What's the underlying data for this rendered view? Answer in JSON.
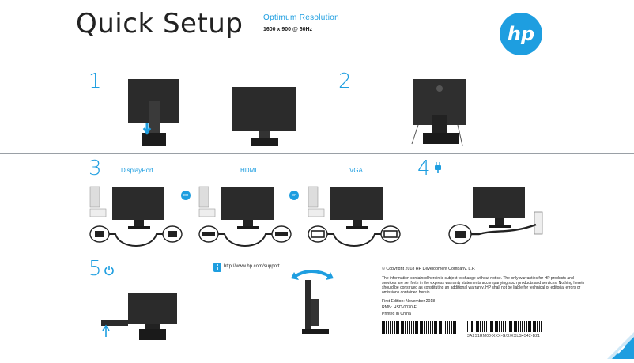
{
  "title": "Quick Setup",
  "resolution": {
    "label": "Optimum Resolution",
    "value": "1600 x 900 @ 60Hz"
  },
  "logo": {
    "text": "hp",
    "color": "#1e9ee0"
  },
  "steps": {
    "s1": "1",
    "s2": "2",
    "s3": "3",
    "s4": "4",
    "s5": "5"
  },
  "connectors": {
    "displayport": "DisplayPort",
    "hdmi": "HDMI",
    "vga": "VGA"
  },
  "or_badge": "OR",
  "support_url": "http://www.hp.com/support",
  "legal": {
    "copyright": "© Copyright 2018 HP Development Company, L.P.",
    "body": "The information contained herein is subject to change without notice. The only warranties for HP products and services are set forth in the express warranty statements accompanying such products and services. Nothing herein should be construed as constituting an additional warranty. HP shall not be liable for technical or editorial errors or omissions contained herein.",
    "edition": "First Edition: November 2018",
    "rmn": "RMN: HSD-0030-F",
    "printed": "Printed in China"
  },
  "part_number": "3A2S1RM00-XXX-G/X/XXLS4542-B21",
  "icons": {
    "power": "power-icon",
    "plug": "plug-icon",
    "info": "info-icon",
    "corner": "page-curl-icon"
  },
  "colors": {
    "accent": "#1e9ee0",
    "monitor": "#2b2b2b"
  }
}
